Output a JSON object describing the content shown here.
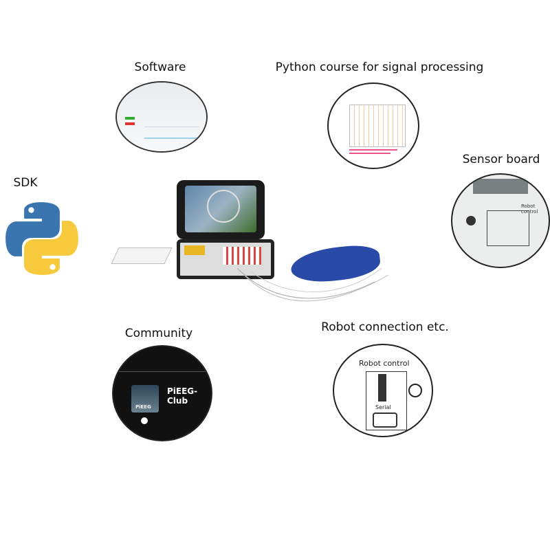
{
  "labels": {
    "software": "Software",
    "python_course": "Python course for signal processing",
    "sensor_board": "Sensor board",
    "sdk": "SDK",
    "community": "Community",
    "robot": "Robot connection etc."
  },
  "community_card": {
    "title": "PiEEG-Club",
    "avatar_text": "PiEEG"
  },
  "robot_card": {
    "title": "Robot control",
    "serial": "Serial"
  },
  "sensor_card": {
    "title": "Robot control"
  },
  "colors": {
    "python_blue": "#3a75b0",
    "python_yellow": "#f7c93c",
    "cap_blue": "#2a4aa8",
    "community_bg": "#111111"
  }
}
